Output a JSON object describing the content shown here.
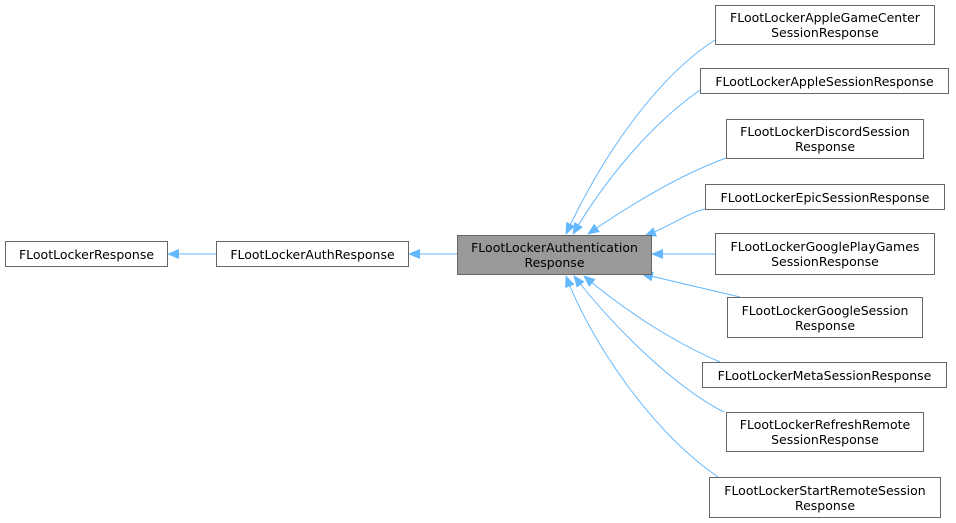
{
  "nodes": {
    "root": {
      "line1": "FLootLockerResponse"
    },
    "auth": {
      "line1": "FLootLockerAuthResponse"
    },
    "current": {
      "line1": "FLootLockerAuthentication",
      "line2": "Response"
    },
    "children": [
      {
        "line1": "FLootLockerAppleGameCenter",
        "line2": "SessionResponse"
      },
      {
        "line1": "FLootLockerAppleSessionResponse"
      },
      {
        "line1": "FLootLockerDiscordSession",
        "line2": "Response"
      },
      {
        "line1": "FLootLockerEpicSessionResponse"
      },
      {
        "line1": "FLootLockerGooglePlayGames",
        "line2": "SessionResponse"
      },
      {
        "line1": "FLootLockerGoogleSession",
        "line2": "Response"
      },
      {
        "line1": "FLootLockerMetaSessionResponse"
      },
      {
        "line1": "FLootLockerRefreshRemote",
        "line2": "SessionResponse"
      },
      {
        "line1": "FLootLockerStartRemoteSession",
        "line2": "Response"
      }
    ]
  },
  "colors": {
    "edge": "#63b8ff",
    "node_border": "#666666",
    "current_fill": "#999999"
  }
}
